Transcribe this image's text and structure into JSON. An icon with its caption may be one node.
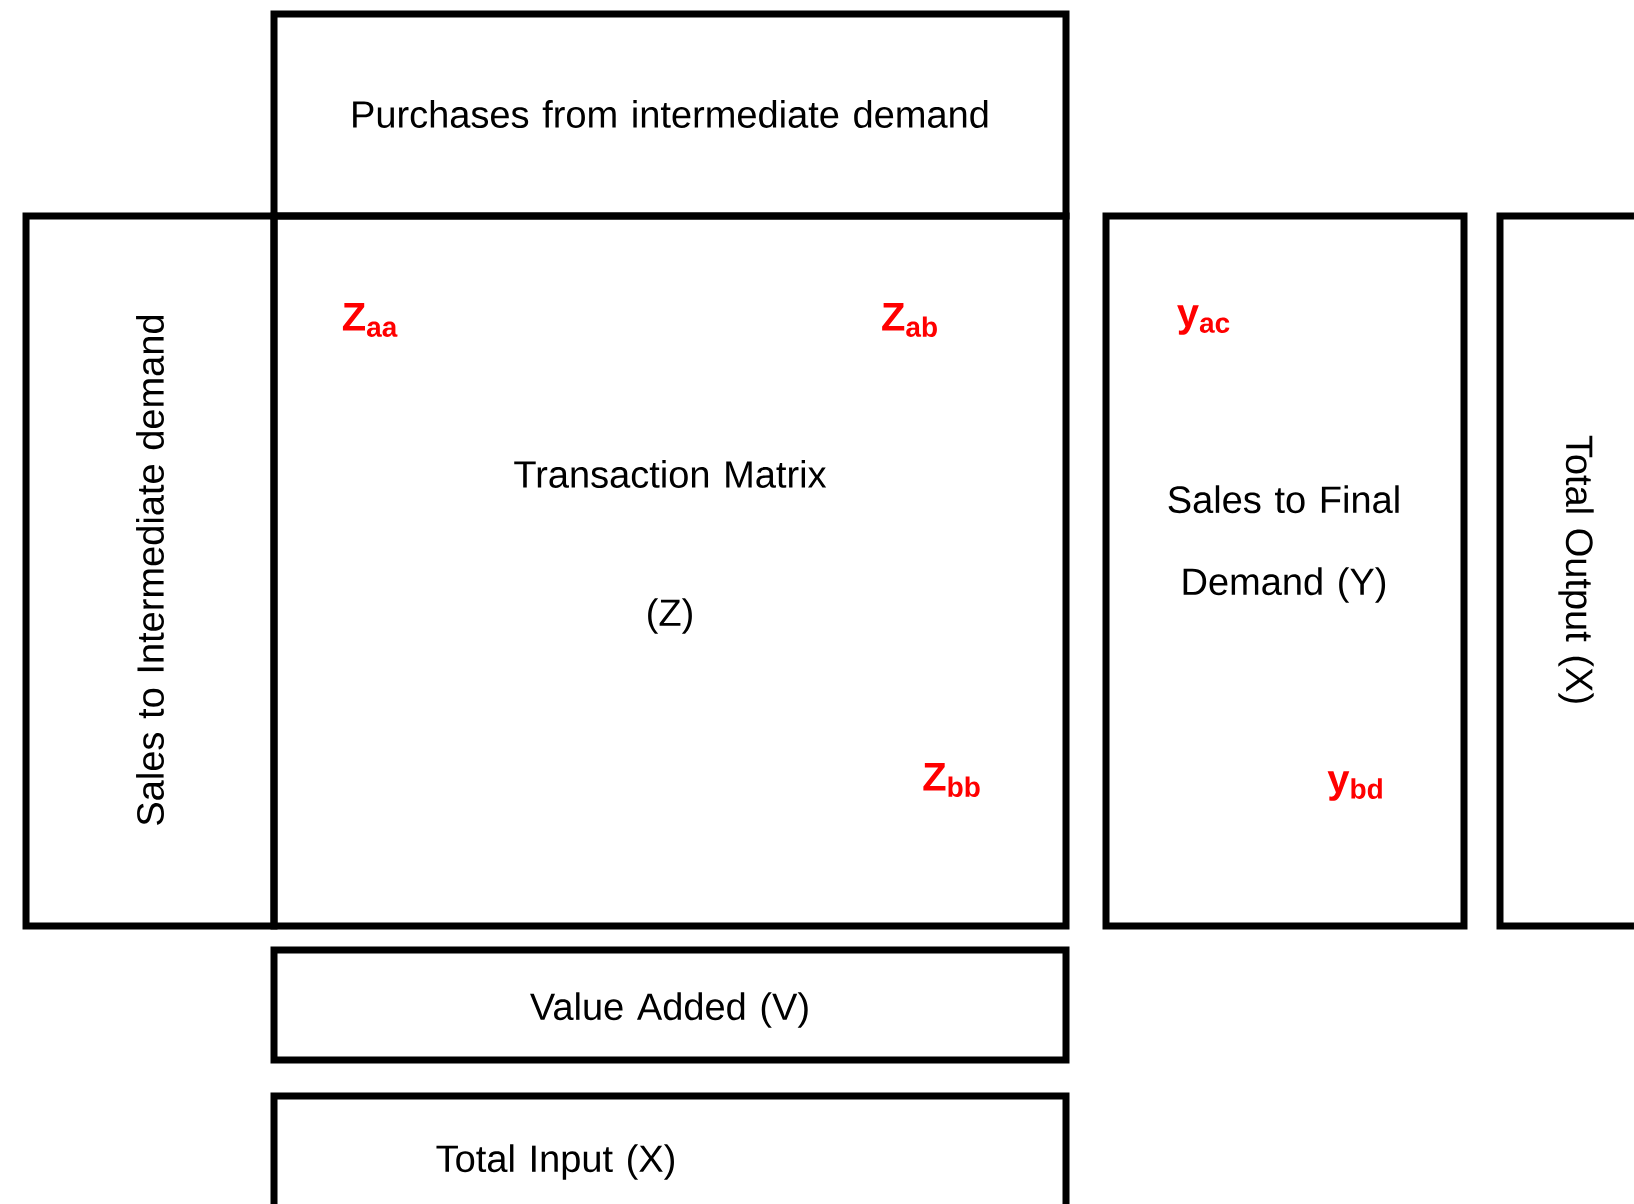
{
  "diagram": {
    "nodes": [
      {
        "text": [
          "Purchases from intermediate demand"
        ]
      },
      {
        "text": [
          "Sales to Intermediate demand"
        ]
      },
      {
        "text": [
          "Transaction Matrix",
          "(Z)",
          "Z$_{aa}$",
          "Z$_{ab}$",
          "Z$_{bb}$"
        ]
      },
      {
        "text": [
          "y$_{ac}$",
          "Sales to Final Demand (Y)",
          "y$_{bd}$"
        ]
      },
      {
        "text": [
          "Total Output (X)"
        ]
      },
      {
        "text": [
          "Value Added (V)"
        ]
      },
      {
        "text": [
          "Total Input (X)"
        ]
      }
    ]
  }
}
